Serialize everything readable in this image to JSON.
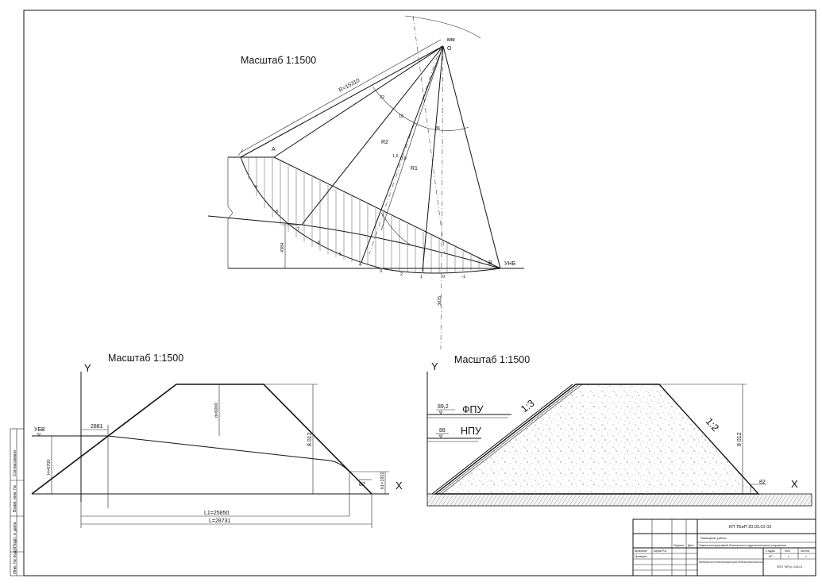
{
  "upper_view": {
    "scale_label": "Масштаб 1:1500",
    "point_mm": "мм",
    "point_o": "О",
    "point_a": "А",
    "point_b": "В",
    "label_unb": "УНБ",
    "radius_label": "R=15310",
    "r1_label": "R1",
    "r2_label": "R2",
    "angle_labels": [
      "22",
      "18",
      "36"
    ],
    "small_labels": [
      "1,6",
      "0,8"
    ],
    "dim_4384": "4384",
    "dim_3025": "3025",
    "slice_numbers": [
      "9",
      "8",
      "7",
      "6",
      "5",
      "4",
      "3",
      "2",
      "1",
      "0",
      "-1"
    ]
  },
  "lower_left_view": {
    "scale_label": "Масштаб 1:1500",
    "axis_y": "Y",
    "axis_x": "X",
    "label_ubv": "УБВ",
    "dim_2881": "2881",
    "dim_h": "H=6700",
    "dim_d": "d=6000",
    "dim_8012": "8 012",
    "dim_h1": "h1=1922",
    "dim_82": "82",
    "dim_l1": "L1=25850",
    "dim_l": "L=28731"
  },
  "lower_right_view": {
    "scale_label": "Масштаб 1:1500",
    "axis_y": "Y",
    "axis_x": "X",
    "level_fpu_value": "89,2",
    "level_fpu_label": "ФПУ",
    "level_npu_value": "88",
    "level_npu_label": "НПУ",
    "slope_up": "1:3",
    "slope_down": "1:2",
    "dim_8012": "8 012",
    "dim_82": "82"
  },
  "left_strip": {
    "labels": [
      "Инв. № подл.",
      "Подп. и дата",
      "Взам. инв. №",
      "Согласовано"
    ]
  },
  "title_block": {
    "code": "КП ТБиП 20.03.01 02",
    "sheet_note": "Размещение работы",
    "subject": "Оценка конструктивной безопасности гидротехнического сооружения",
    "drawing_title": "Поперечный разрез плотины. Расчетная схема фильтрационного расчета. Расчетная схема устойчивости низового откоса",
    "head_stage": "Стадия",
    "head_sheet": "Лист",
    "head_sheets": "Листов",
    "stage": "КП",
    "sheet": "1",
    "sheets": "1",
    "org": "ФГиТ ТиП гр. Б18-01",
    "row_developed": "Выполнил",
    "row_checked": "Проверил",
    "developer": "Бирюк Р.А.",
    "checker": "",
    "col_sign": "Подпись",
    "col_date": "Дата"
  }
}
